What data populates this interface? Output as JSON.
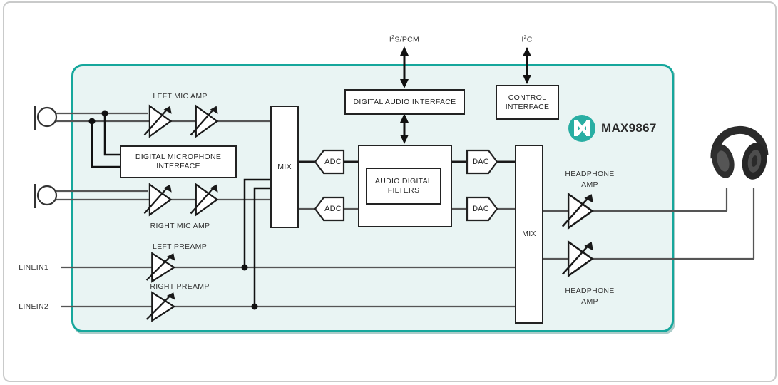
{
  "chip": {
    "part_number": "MAX9867",
    "accent_color": "#16a79c",
    "fill_color": "#e9f4f3",
    "brand_icon": "maxim-logo"
  },
  "top_ports": {
    "i2s": {
      "base": "I",
      "sup": "2",
      "rest": "S/PCM"
    },
    "i2c": {
      "base": "I",
      "sup": "2",
      "rest": "C"
    }
  },
  "blocks": {
    "digital_audio_interface": "DIGITAL AUDIO INTERFACE",
    "control_interface_line1": "CONTROL",
    "control_interface_line2": "INTERFACE",
    "audio_digital_filters_line1": "AUDIO DIGITAL",
    "audio_digital_filters_line2": "FILTERS",
    "digital_mic_interface_line1": "DIGITAL MICROPHONE",
    "digital_mic_interface_line2": "INTERFACE",
    "mix_left": "MIX",
    "mix_right": "MIX",
    "adc1": "ADC",
    "adc2": "ADC",
    "dac1": "DAC",
    "dac2": "DAC"
  },
  "amps": {
    "left_mic_amp": "LEFT MIC AMP",
    "right_mic_amp": "RIGHT MIC AMP",
    "left_preamp": "LEFT PREAMP",
    "right_preamp": "RIGHT PREAMP",
    "headphone_amp_top_line1": "HEADPHONE",
    "headphone_amp_top_line2": "AMP",
    "headphone_amp_bottom_line1": "HEADPHONE",
    "headphone_amp_bottom_line2": "AMP"
  },
  "inputs": {
    "linein1": "LINEIN1",
    "linein2": "LINEIN2"
  },
  "icons": {
    "microphone_top": "microphone-icon",
    "microphone_bottom": "microphone-icon",
    "headphones": "headphones-icon"
  }
}
